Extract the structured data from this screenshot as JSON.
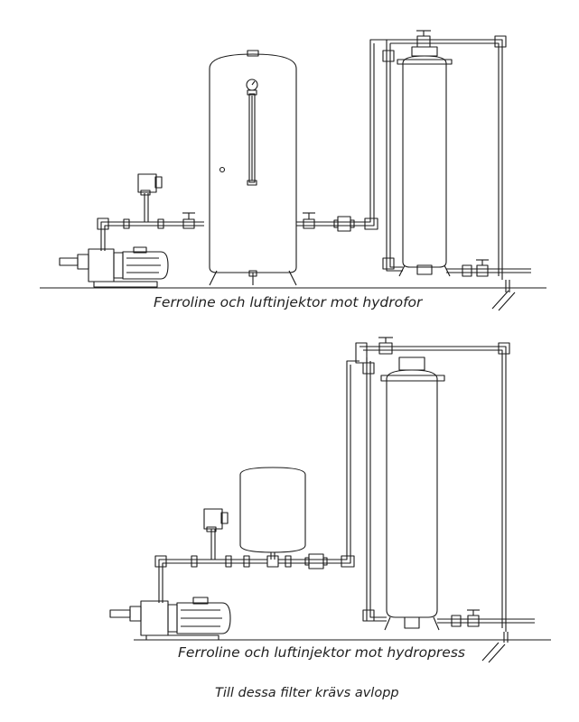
{
  "captions": {
    "hydrofor": "Ferroline och luftinjektor mot hydrofor",
    "hydropress": "Ferroline och luftinjektor mot hydropress",
    "drain_note": "Till dessa filter krävs avlopp"
  },
  "colors": {
    "line": "#1a1a1a",
    "background": "#ffffff"
  },
  "icons": [
    "pump-motor-icon",
    "pressure-switch-icon",
    "pressure-gauge-icon",
    "ball-valve-icon",
    "air-injector-icon",
    "pressure-tank-icon",
    "filter-tank-icon",
    "drain-pipe-icon"
  ]
}
